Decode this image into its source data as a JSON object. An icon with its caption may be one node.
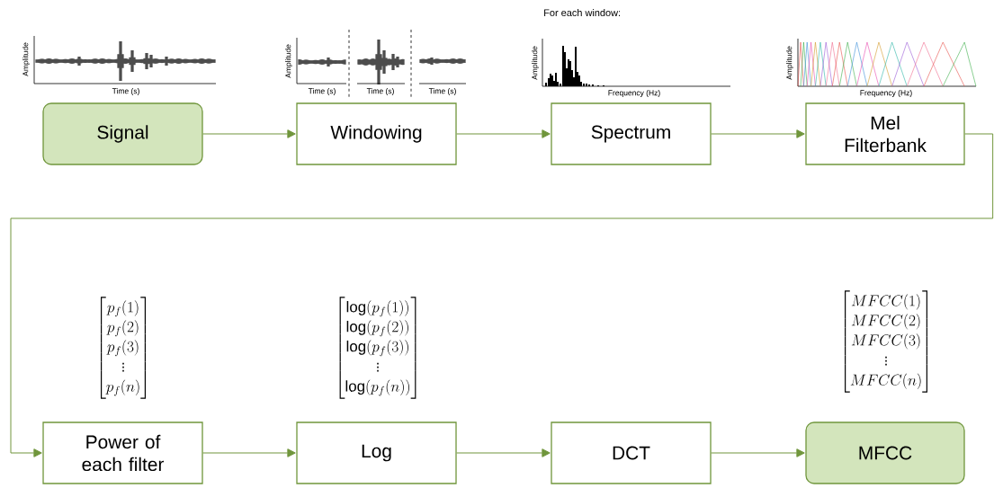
{
  "diagram": {
    "nodes": [
      {
        "text": [
          "Signal"
        ]
      },
      {
        "text": [
          "Windowing"
        ]
      },
      {
        "text": [
          "Spectrum"
        ]
      },
      {
        "text": [
          "Mel Filterbank"
        ]
      },
      {
        "text": [
          "Power of each filter"
        ],
        "beside": [
          "\\begin{bmatrix}p_f(1)\\\\p_f(2)\\\\p_f(3)\\\\\\vdots\\\\p_f(n)\\end{bmatrix}"
        ]
      },
      {
        "text": [
          "Log"
        ],
        "beside": [
          "\\begin{bmatrix}\\log(p_f(1))\\\\\\log(p_f(2))\\\\\\log(p_f(3))\\\\\\vdots\\\\\\log(p_f(n))\\end{bmatrix}"
        ]
      },
      {
        "text": [
          "DCT"
        ]
      },
      {
        "text": [
          "MFCC"
        ],
        "beside": [
          "\\begin{bmatrix}MFCC(1)\\\\MFCC(2)\\\\MFCC(3)\\\\\\vdots\\\\MFCC(n)\\end{bmatrix}"
        ]
      }
    ],
    "edges": [
      {
        "from": 0,
        "to": 1,
        "arrow": "to"
      },
      {
        "from": 1,
        "to": 2,
        "arrow": "to"
      },
      {
        "from": 2,
        "to": 3,
        "arrow": "to"
      },
      {
        "from": 3,
        "to": 4,
        "arrow": "to"
      },
      {
        "from": 4,
        "to": 5,
        "arrow": "to"
      },
      {
        "from": 5,
        "to": 6,
        "arrow": "to"
      },
      {
        "from": 6,
        "to": 7,
        "arrow": "to"
      }
    ],
    "labels": [
      "For each window:",
      "Amplitude",
      "Time (s)",
      "Amplitude",
      "Time (s)",
      "Time (s)",
      "Time (s)",
      "Amplitude",
      "Frequency (Hz)",
      "Amplitude",
      "Frequency (Hz)"
    ]
  }
}
